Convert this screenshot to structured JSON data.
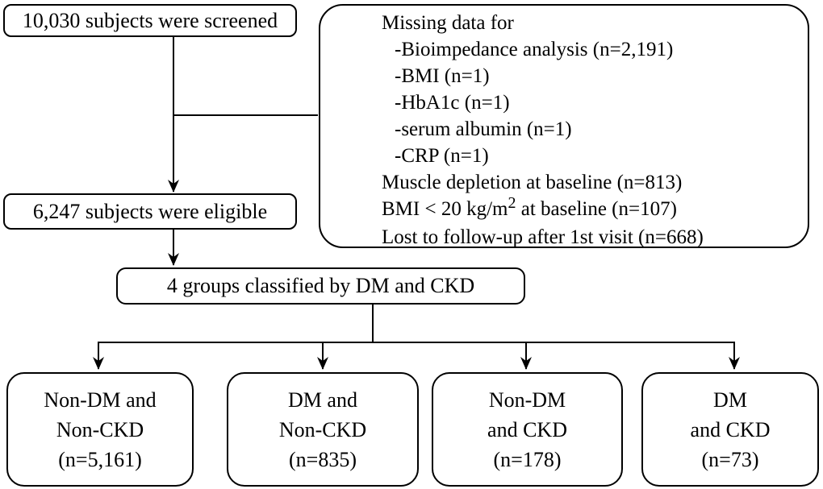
{
  "diagram": {
    "screened": {
      "label": "10,030 subjects were screened"
    },
    "exclusion": {
      "title": "Missing data for",
      "items": [
        "-Bioimpedance analysis (n=2,191)",
        "-BMI (n=1)",
        "-HbA1c (n=1)",
        "-serum albumin (n=1)",
        "-CRP (n=1)"
      ],
      "muscle_line": "Muscle depletion at baseline (n=813)",
      "bmi_line_pre": "BMI < 20 kg/m",
      "bmi_line_sup": "2",
      "bmi_line_post": " at baseline (n=107)",
      "lost_line": "Lost to follow-up after 1st visit (n=668)"
    },
    "eligible": {
      "label": "6,247 subjects were eligible"
    },
    "groups": {
      "label": "4 groups classified by DM and CKD"
    },
    "outcomes": [
      {
        "lines": [
          "Non-DM and",
          "Non-CKD",
          "(n=5,161)"
        ]
      },
      {
        "lines": [
          "DM and",
          "Non-CKD",
          "(n=835)"
        ]
      },
      {
        "lines": [
          "Non-DM",
          "and CKD",
          "(n=178)"
        ]
      },
      {
        "lines": [
          "DM",
          "and CKD",
          "(n=73)"
        ]
      }
    ],
    "colors": {
      "line": "#000000",
      "border": "#000000",
      "background": "#ffffff",
      "text": "#000000"
    }
  }
}
